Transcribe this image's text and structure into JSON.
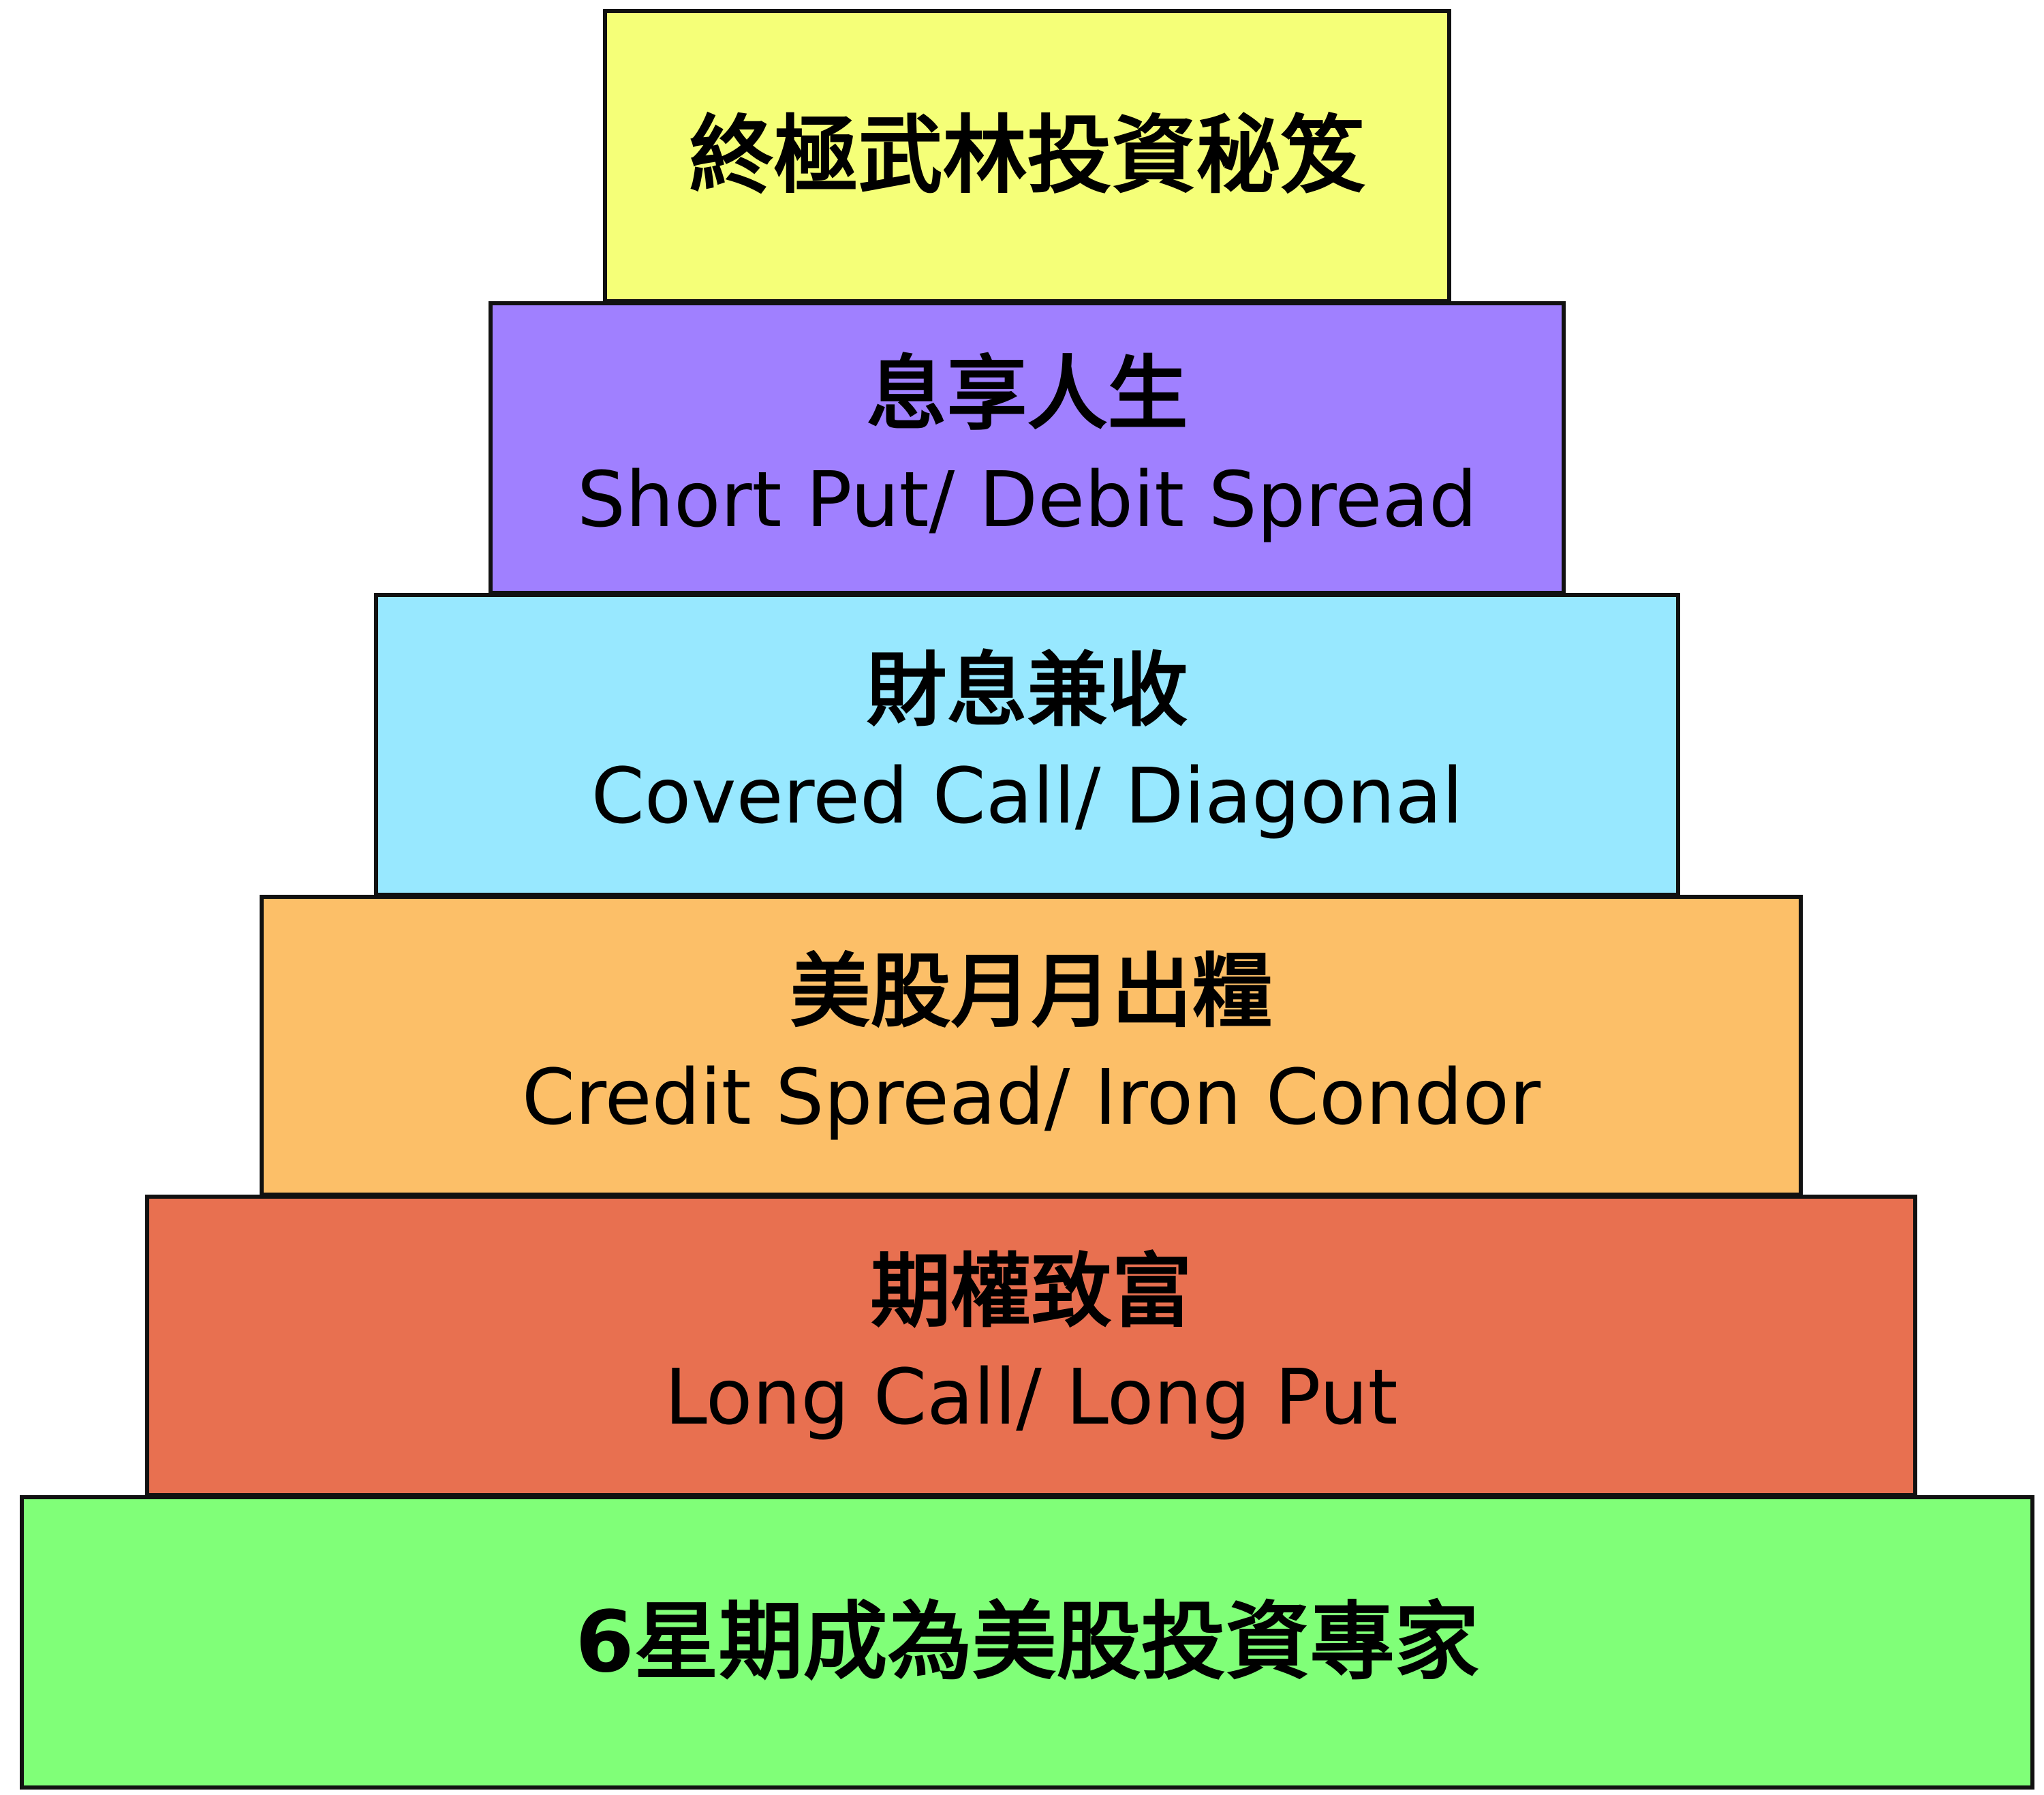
{
  "pyramid": {
    "tiers": [
      {
        "title": "終極武林投資秘笈",
        "subtitle": "",
        "color": "#F5FF78"
      },
      {
        "title": "息享人生",
        "subtitle": "Short Put/ Debit Spread",
        "color": "#A080FF"
      },
      {
        "title": "財息兼收",
        "subtitle": "Covered Call/ Diagonal",
        "color": "#98E8FF"
      },
      {
        "title": "美股月月出糧",
        "subtitle": "Credit Spread/ Iron Condor",
        "color": "#FCBF68"
      },
      {
        "title": "期權致富",
        "subtitle": "Long Call/ Long Put",
        "color": "#E87050"
      },
      {
        "title": "6星期成為美股投資專家",
        "subtitle": "",
        "color": "#80FF78"
      }
    ]
  }
}
